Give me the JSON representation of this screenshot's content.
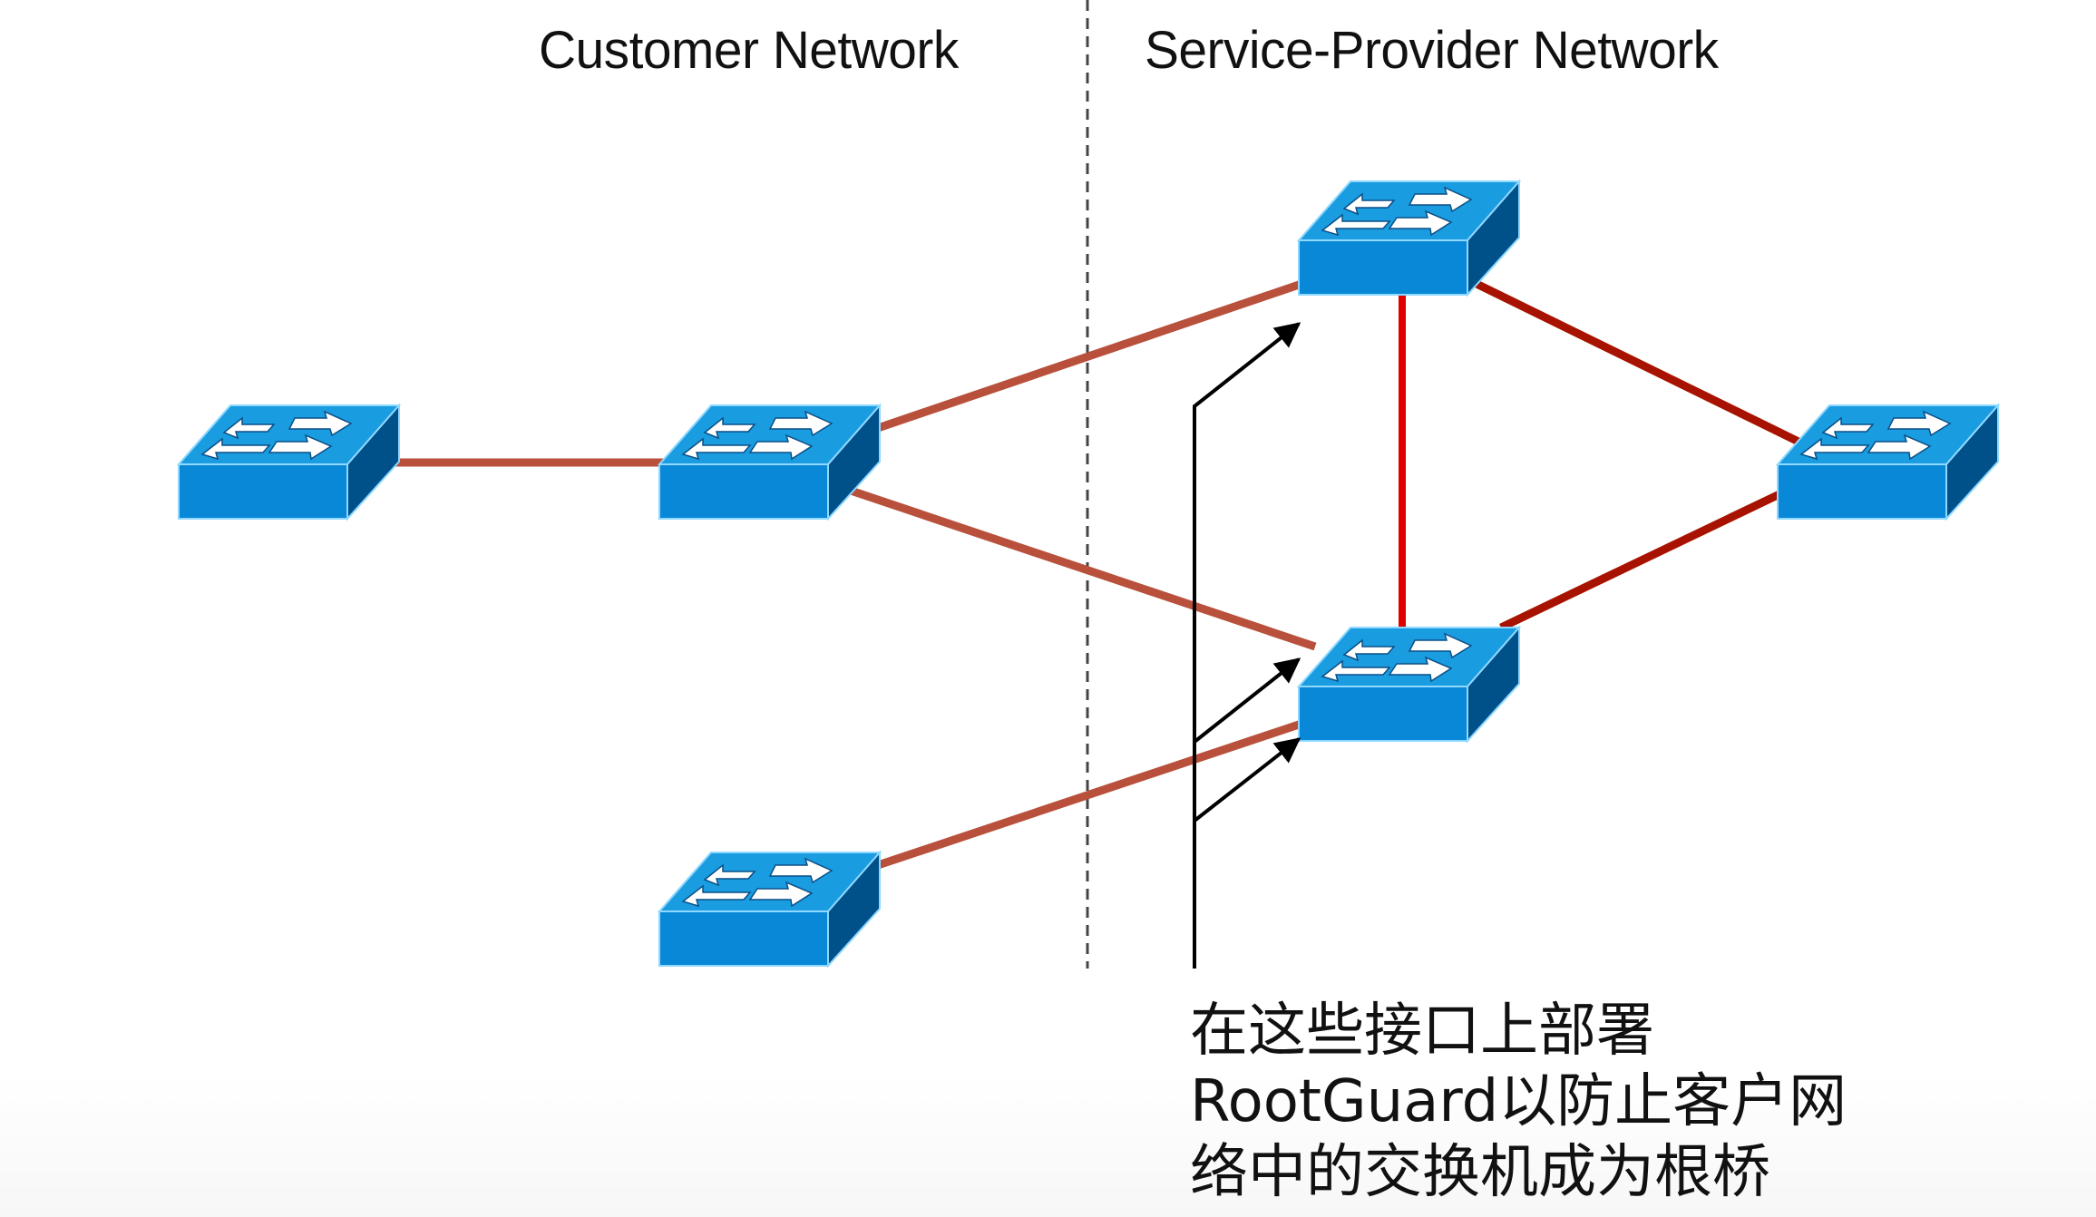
{
  "headings": {
    "customer": "Customer Network",
    "service_provider": "Service-Provider Network"
  },
  "annotation": {
    "lines": [
      "在这些接口上部署",
      "RootGuard以防止客户网",
      "络中的交换机成为根桥"
    ]
  },
  "colors": {
    "switch_top": "#1a9ce0",
    "switch_front": "#0a88d8",
    "switch_side": "#00508a",
    "switch_edge": "#8fd8ff",
    "customer_link": "#b8503c",
    "sp_link": "#a81200",
    "sp_vertical_link": "#e00000",
    "annotation_arrow": "#000000",
    "divider": "#444444"
  },
  "nodes": [
    {
      "id": "customer-switch-edge",
      "network": "customer",
      "icon": "switch-icon"
    },
    {
      "id": "customer-switch-core",
      "network": "customer",
      "icon": "switch-icon"
    },
    {
      "id": "customer-switch-bottom",
      "network": "customer",
      "icon": "switch-icon"
    },
    {
      "id": "sp-switch-top",
      "network": "service-provider",
      "icon": "switch-icon"
    },
    {
      "id": "sp-switch-bottom",
      "network": "service-provider",
      "icon": "switch-icon"
    },
    {
      "id": "sp-switch-right",
      "network": "service-provider",
      "icon": "switch-icon"
    }
  ],
  "links": [
    {
      "from": "customer-switch-edge",
      "to": "customer-switch-core",
      "type": "customer"
    },
    {
      "from": "customer-switch-core",
      "to": "sp-switch-top",
      "type": "customer"
    },
    {
      "from": "customer-switch-core",
      "to": "sp-switch-bottom",
      "type": "customer"
    },
    {
      "from": "customer-switch-bottom",
      "to": "sp-switch-bottom",
      "type": "customer"
    },
    {
      "from": "sp-switch-top",
      "to": "sp-switch-bottom",
      "type": "sp_vertical"
    },
    {
      "from": "sp-switch-top",
      "to": "sp-switch-right",
      "type": "sp"
    },
    {
      "from": "sp-switch-bottom",
      "to": "sp-switch-right",
      "type": "sp"
    }
  ],
  "rootguard_targets": [
    {
      "switch": "sp-switch-top",
      "port_toward": "customer-switch-core"
    },
    {
      "switch": "sp-switch-bottom",
      "port_toward": "customer-switch-core"
    },
    {
      "switch": "sp-switch-bottom",
      "port_toward": "customer-switch-bottom"
    }
  ]
}
